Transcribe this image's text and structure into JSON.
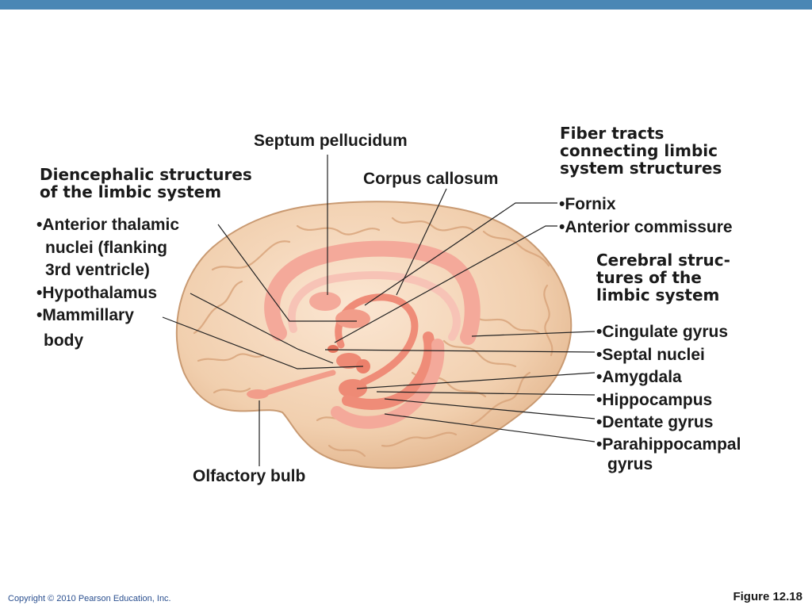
{
  "labels": {
    "septum": "Septum pellucidum",
    "corpus": "Corpus callosum",
    "olfactory": "Olfactory bulb"
  },
  "diencephalic": {
    "heading_line1": "Diencephalic structures",
    "heading_line2": "of the limbic system",
    "items": [
      "•Anterior thalamic",
      "nuclei (flanking",
      "3rd ventricle)",
      "•Hypothalamus",
      "•Mammillary",
      "body"
    ]
  },
  "fiber": {
    "heading_line1": "Fiber tracts",
    "heading_line2": "connecting limbic",
    "heading_line3": "system structures",
    "items": [
      "•Fornix",
      "•Anterior commissure"
    ]
  },
  "cerebral": {
    "heading_line1": "Cerebral struc-",
    "heading_line2": "tures of the",
    "heading_line3": "limbic system",
    "items": [
      "•Cingulate gyrus",
      "•Septal nuclei",
      "•Amygdala",
      "•Hippocampus",
      "•Dentate gyrus",
      "•Parahippocampal",
      "gyrus"
    ]
  },
  "footer": {
    "copyright": "Copyright © 2010 Pearson Education, Inc.",
    "figure": "Figure 12.18"
  },
  "colors": {
    "topbar": "#4a87b5",
    "brain": "#f2d2b3",
    "limbic": "#f28b78",
    "leader": "#222222"
  }
}
